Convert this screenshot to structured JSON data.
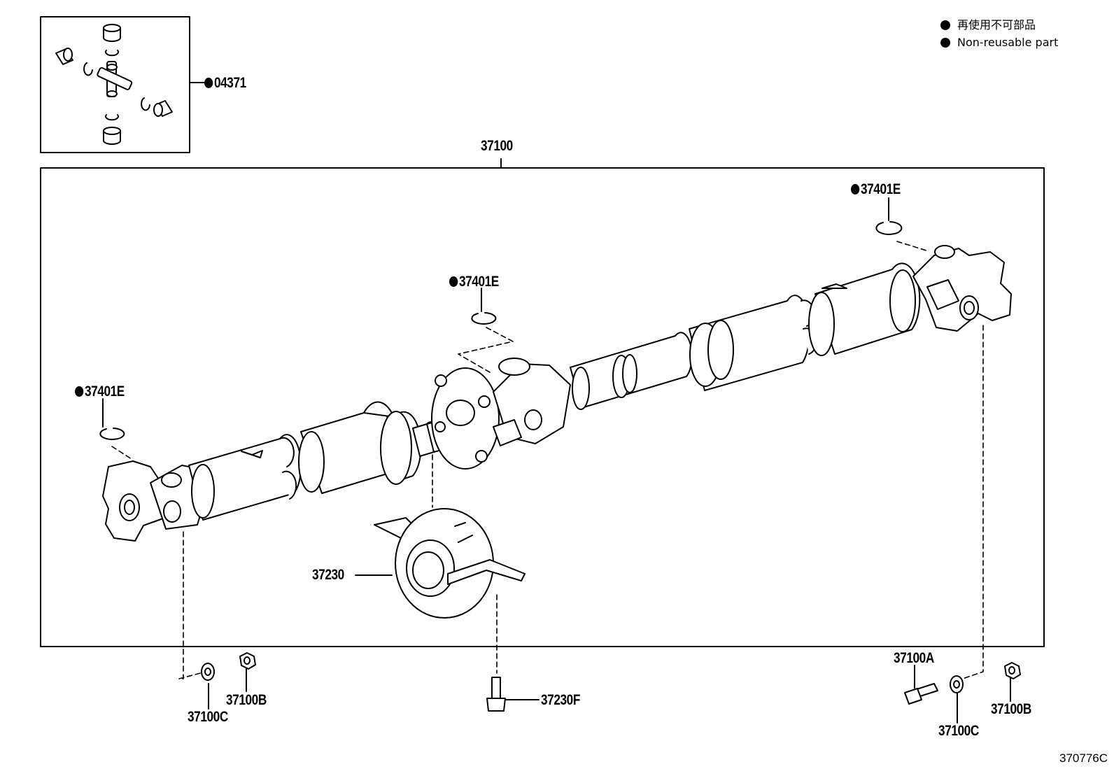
{
  "legend": {
    "items": [
      {
        "label": "再使用不可部品"
      },
      {
        "label": "Non-reusable part"
      }
    ]
  },
  "callouts": {
    "kit": "04371",
    "assembly": "37100",
    "snap_ring_right": "37401E",
    "snap_ring_center": "37401E",
    "snap_ring_left": "37401E",
    "center_bearing": "37230",
    "bolt_center": "37230F",
    "washer_left": "37100C",
    "nut_left": "37100B",
    "bolt_right": "37100A",
    "washer_right": "37100C",
    "nut_right": "37100B"
  },
  "diagram_id": "370776C",
  "colors": {
    "line": "#000000",
    "background": "#ffffff"
  }
}
